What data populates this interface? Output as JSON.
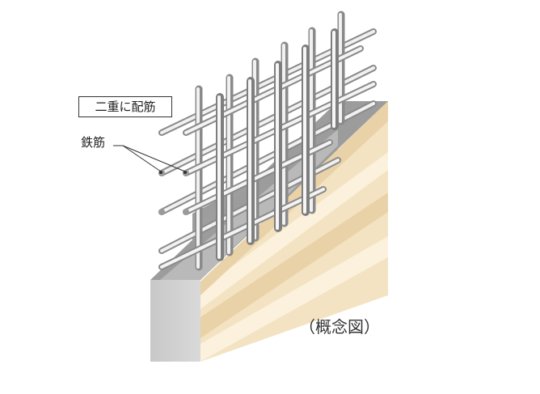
{
  "labels": {
    "double_rebar": "二重に配筋",
    "rebar": "鉄筋",
    "caption": "（概念図）"
  },
  "colors": {
    "wall_face": "#f3e3c2",
    "wall_stripe_light": "#fbf1dc",
    "wall_stripe_dark": "#ead2a8",
    "concrete_front": "#cdcdcd",
    "concrete_top": "#a8a8a8",
    "rebar_light": "#f2f2f2",
    "rebar_dark": "#8e8e8e"
  }
}
